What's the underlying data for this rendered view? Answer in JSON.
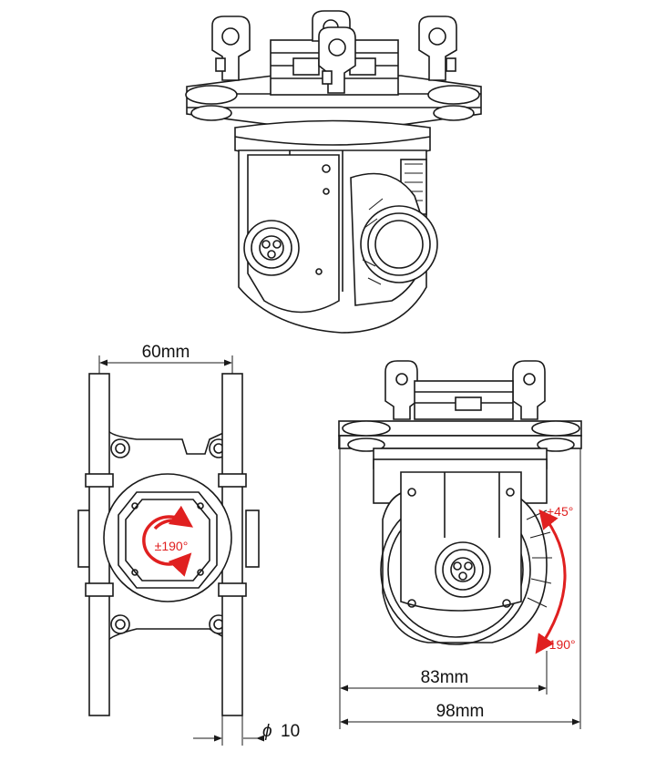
{
  "colors": {
    "line": "#1a1a1a",
    "accent": "#e02020",
    "background": "#ffffff"
  },
  "dimensions": {
    "rail_spacing": "60mm",
    "tube_diameter_symbol": "ϕ",
    "tube_diameter_value": "10",
    "inner_width": "83mm",
    "outer_width": "98mm"
  },
  "rotation": {
    "yaw": "±190°",
    "tilt_up": "+45°",
    "tilt_down": "-190°"
  }
}
